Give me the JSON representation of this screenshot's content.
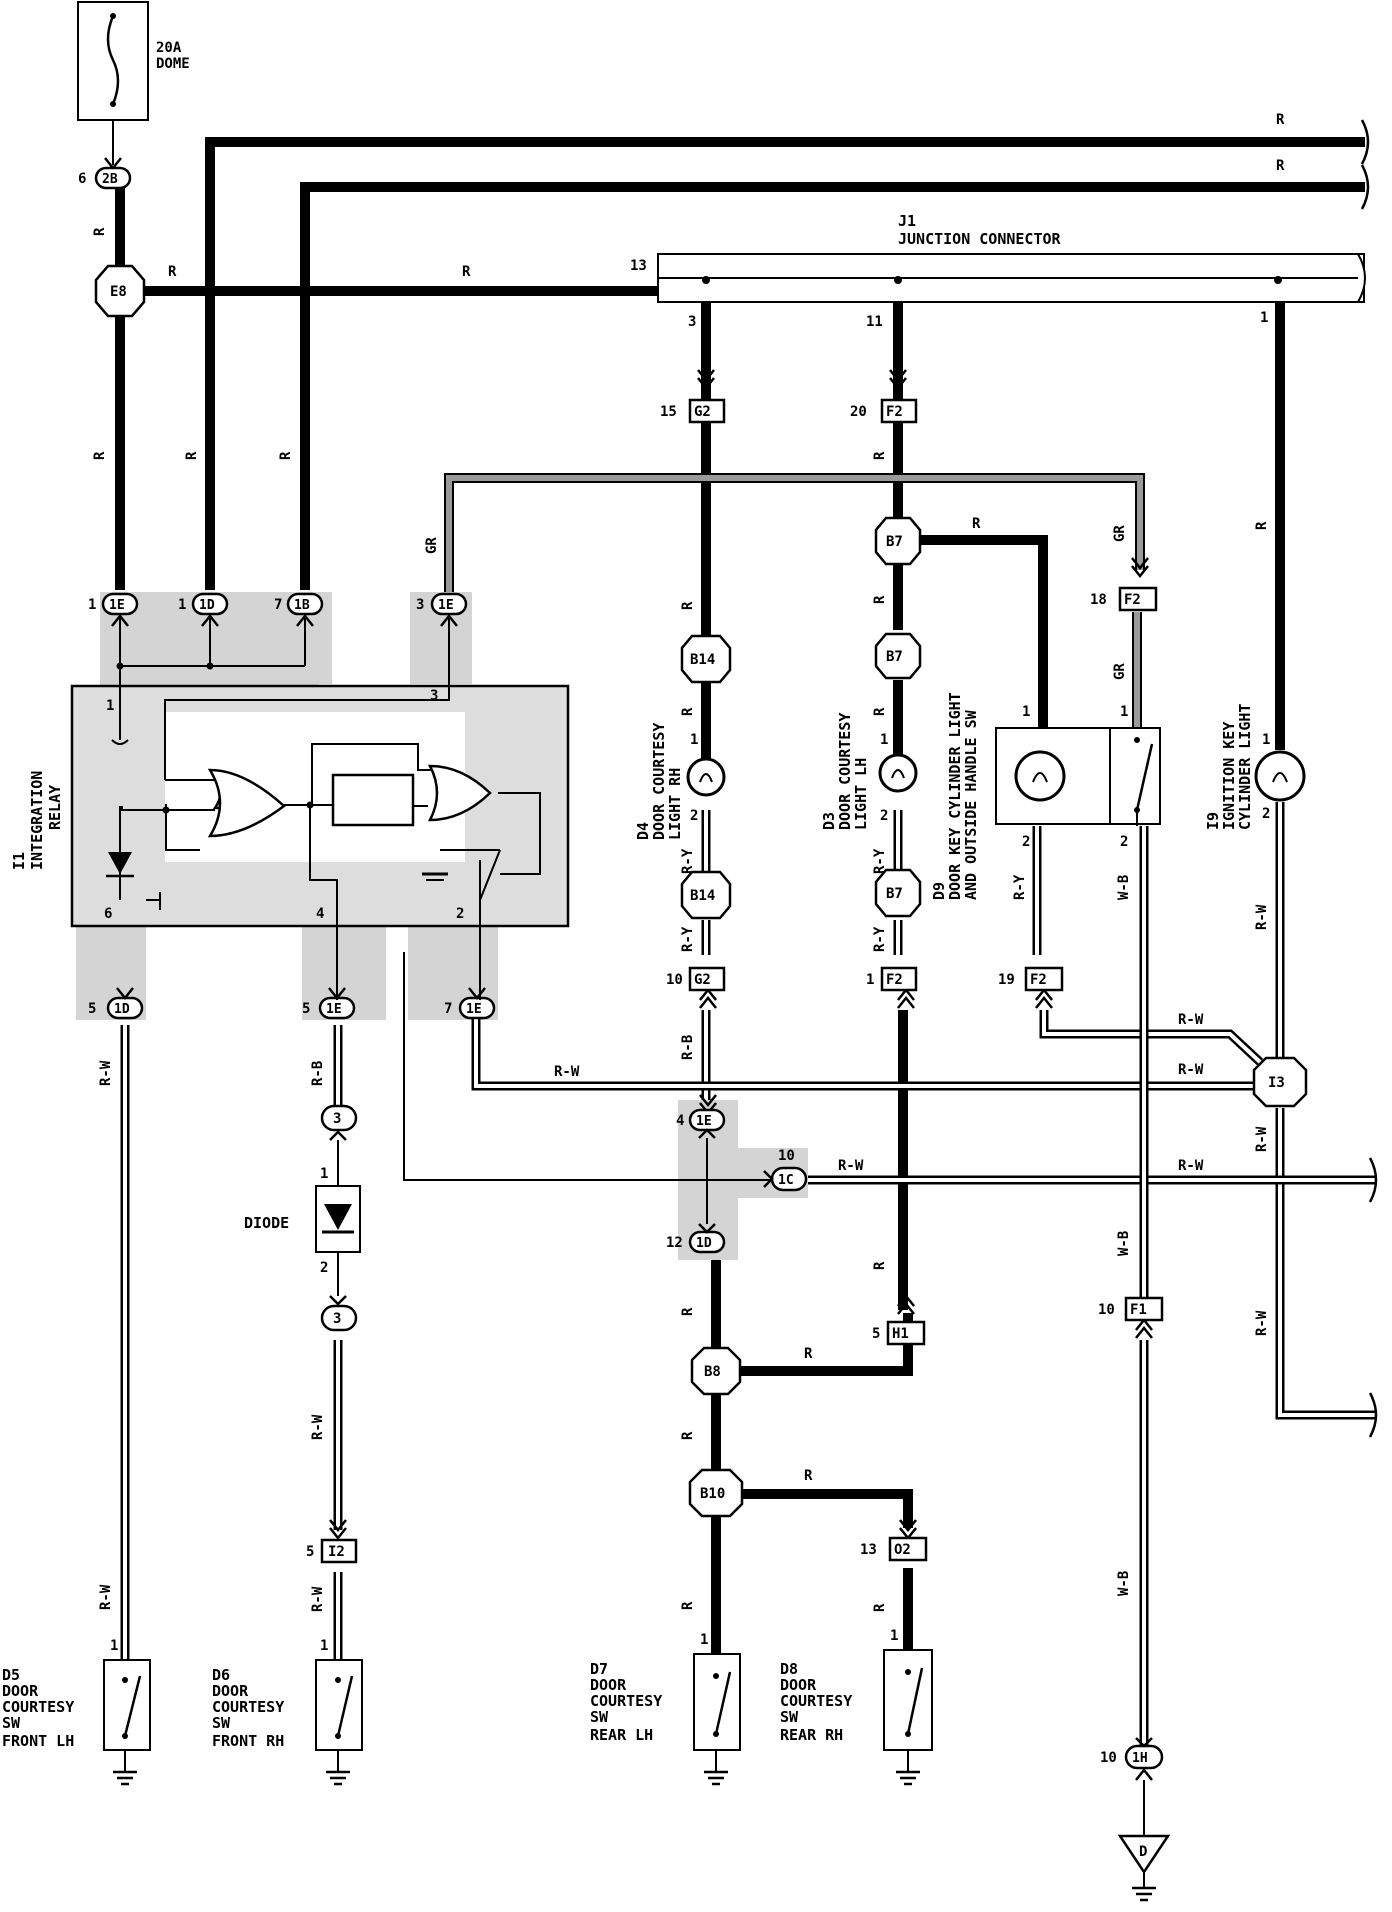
{
  "fuse": {
    "rating": "20A",
    "name": "DOME"
  },
  "junction": {
    "id": "J1",
    "name": "JUNCTION CONNECTOR"
  },
  "relay": {
    "id": "I1",
    "line1": "INTEGRATION",
    "line2": "RELAY"
  },
  "diode_label": "DIODE",
  "wire_colors": {
    "r": "R",
    "rw": "R-W",
    "rb": "R-B",
    "ry": "R-Y",
    "gr": "GR",
    "wb": "W-B"
  },
  "splices": {
    "e8": "E8",
    "b7": "B7",
    "b14": "B14",
    "b8": "B8",
    "b10": "B10",
    "i3": "I3"
  },
  "connectors": {
    "c2b": "2B",
    "c1e": "1E",
    "c1d": "1D",
    "c1b": "1B",
    "c1c": "1C",
    "c1h": "1H",
    "g2": "G2",
    "f2": "F2",
    "f1": "F1",
    "h1": "H1",
    "o2": "O2",
    "i2": "I2",
    "c3": "3"
  },
  "pins": {
    "p1": "1",
    "p2": "2",
    "p3": "3",
    "p4": "4",
    "p5": "5",
    "p6": "6",
    "p7": "7",
    "p10": "10",
    "p11": "11",
    "p12": "12",
    "p13": "13",
    "p15": "15",
    "p18": "18",
    "p19": "19",
    "p20": "20"
  },
  "components": {
    "d4": {
      "id": "D4",
      "l1": "DOOR COURTESY",
      "l2": "LIGHT RH"
    },
    "d3": {
      "id": "D3",
      "l1": "DOOR COURTESY",
      "l2": "LIGHT LH"
    },
    "d9": {
      "id": "D9",
      "l1": "DOOR KEY CYLINDER LIGHT",
      "l2": "AND OUTSIDE HANDLE SW"
    },
    "i9": {
      "id": "I9",
      "l1": "IGNITION KEY",
      "l2": "CYLINDER LIGHT"
    },
    "d5": {
      "id": "D5",
      "l1": "DOOR",
      "l2": "COURTESY",
      "l3": "SW",
      "l4": "FRONT LH"
    },
    "d6": {
      "id": "D6",
      "l1": "DOOR",
      "l2": "COURTESY",
      "l3": "SW",
      "l4": "FRONT RH"
    },
    "d7": {
      "id": "D7",
      "l1": "DOOR",
      "l2": "COURTESY",
      "l3": "SW",
      "l4": "REAR LH"
    },
    "d8": {
      "id": "D8",
      "l1": "DOOR",
      "l2": "COURTESY",
      "l3": "SW",
      "l4": "REAR RH"
    }
  },
  "ground_d": "D"
}
